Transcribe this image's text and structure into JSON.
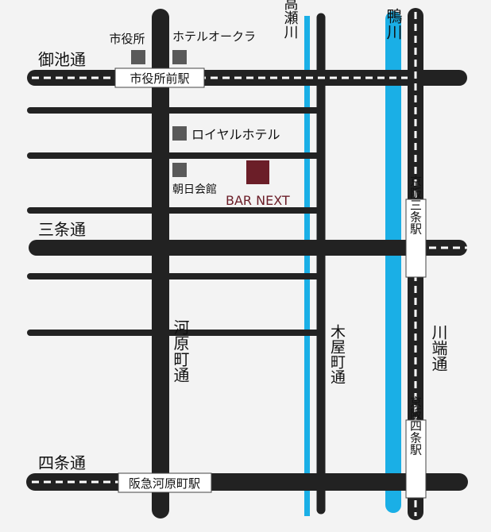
{
  "map": {
    "streets": {
      "oike": "御池通",
      "sanjo": "三条通",
      "shijo": "四条通",
      "kawaramachi": "河原町通",
      "kiyamachi": "木屋町通",
      "kawabata": "川端通"
    },
    "rivers": {
      "takase": "高瀬川",
      "kamo": "鴨川"
    },
    "stations": {
      "shiyakusho_mae": "市役所前駅",
      "keihan_sanjo": "京阪三条駅",
      "keihan_shijo": "京阪四条駅",
      "hankyu_kawaramachi": "阪急河原町駅"
    },
    "landmarks": {
      "city_hall": "市役所",
      "hotel_okura": "ホテルオークラ",
      "royal_hotel": "ロイヤルホテル",
      "asahi_kaikan": "朝日会館"
    },
    "destination": "BAR NEXT",
    "colors": {
      "road": "#222222",
      "river": "#1aafe6",
      "destination": "#6b1e28",
      "landmark": "#595959",
      "background": "#f3f3f3"
    }
  }
}
